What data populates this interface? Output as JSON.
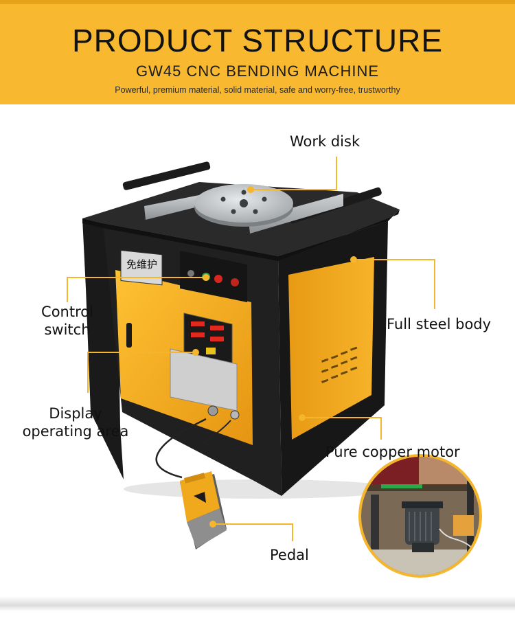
{
  "header": {
    "title": "PRODUCT STRUCTURE",
    "subtitle": "GW45 CNC BENDING MACHINE",
    "tagline": "Powerful, premium material, solid material, safe and worry-free, trustworthy"
  },
  "callouts": {
    "work_disk": "Work disk",
    "control_switch_line1": "Control",
    "control_switch_line2": "switch",
    "full_steel_body": "Full steel body",
    "display_line1": "Display",
    "display_line2": "operating area",
    "motor": "Pure copper motor",
    "pedal": "Pedal"
  },
  "colors": {
    "banner": "#f8b930",
    "leader_line": "#f5b52c",
    "machine_body": "#1e1e1e",
    "machine_panel": "#f2a81e"
  },
  "machine_label": "免维护"
}
